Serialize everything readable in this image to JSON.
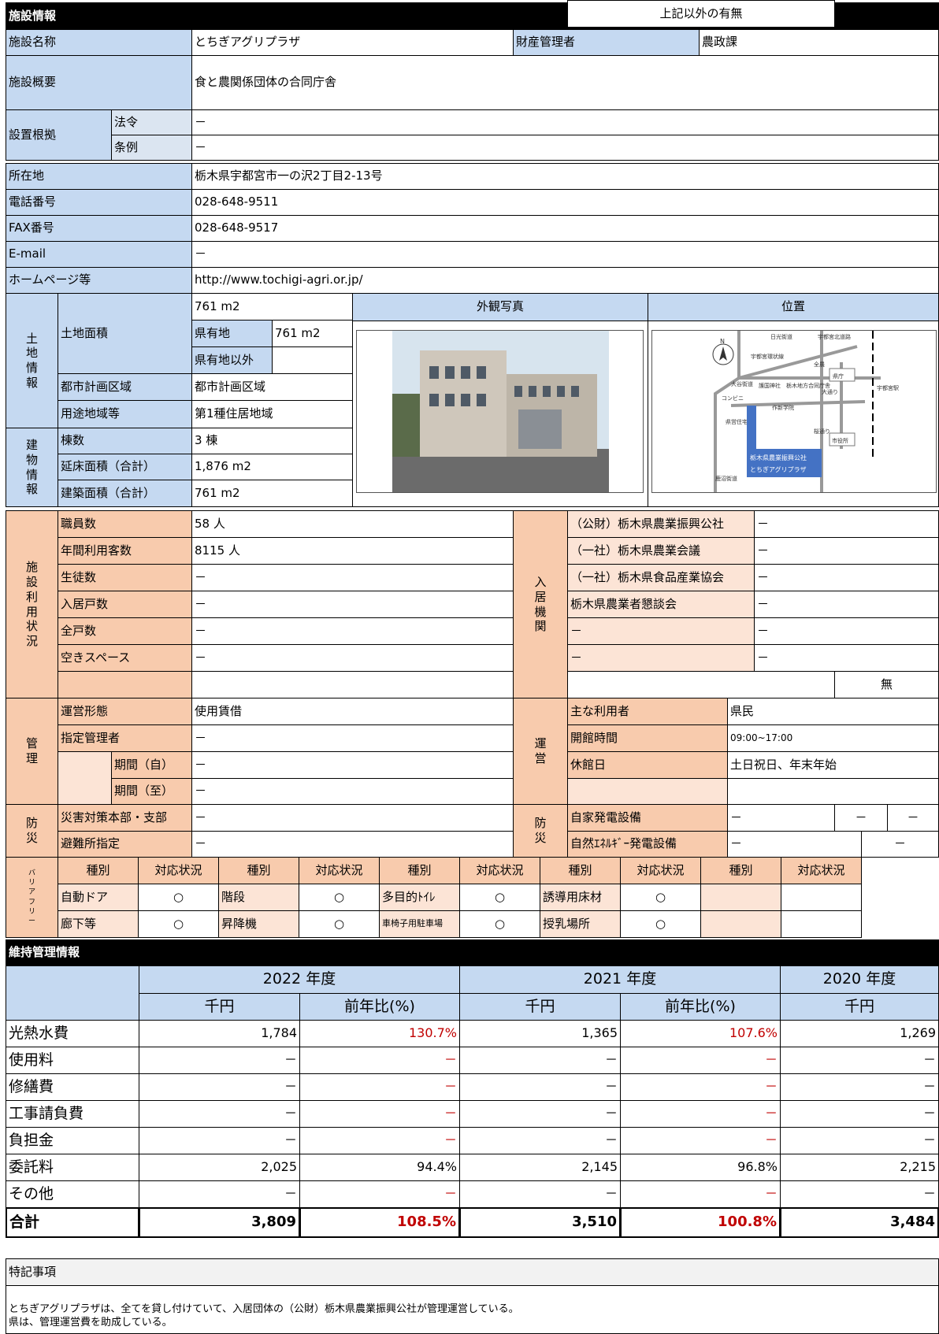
{
  "facility_info": {
    "section_title": "施設情報",
    "name_label": "施設名称",
    "name_value": "とちぎアグリプラザ",
    "manager_label": "財産管理者",
    "manager_value": "農政課",
    "overview_label": "施設概要",
    "overview_value": "食と農関係団体の合同庁舎",
    "basis_label": "設置根拠",
    "law_label": "法令",
    "law_value": "－",
    "ordinance_label": "条例",
    "ordinance_value": "－",
    "address_label": "所在地",
    "address_value": "栃木県宇都宮市一の沢2丁目2-13号",
    "tel_label": "電話番号",
    "tel_value": "028-648-9511",
    "fax_label": "FAX番号",
    "fax_value": "028-648-9517",
    "email_label": "E-mail",
    "email_value": "－",
    "homepage_label": "ホームページ等",
    "homepage_value": "http://www.tochigi-agri.or.jp/"
  },
  "land": {
    "group_label": [
      "土",
      "地",
      "情",
      "報"
    ],
    "area_label": "土地面積",
    "area_value": "761 m2",
    "pref_label": "県有地",
    "pref_value": "761 m2",
    "nonpref_label": "県有地以外",
    "nonpref_value": "",
    "city_plan_label": "都市計画区域",
    "city_plan_value": "都市計画区域",
    "zone_label": "用途地域等",
    "zone_value": "第1種住居地域"
  },
  "building": {
    "group_label": [
      "建",
      "物",
      "情",
      "報"
    ],
    "count_label": "棟数",
    "count_value": "3 棟",
    "floor_label": "延床面積（合計）",
    "floor_value": "1,876 m2",
    "build_label": "建築面積（合計）",
    "build_value": "761 m2"
  },
  "photo": {
    "label": "外観写真"
  },
  "location": {
    "label": "位置",
    "map_labels": {
      "north": "N",
      "road1": "日光街道",
      "road2": "宇都宮北道路",
      "road3": "宇都宮環状線",
      "road4": "大谷街道",
      "road5": "大通り",
      "road6": "桜通り",
      "road7": "鹿沼街道",
      "road8": "宇都宮駅",
      "pref_office": "県庁",
      "shrine": "護国神社",
      "court": "栃木地方合同庁舎",
      "city_hall": "市役所",
      "school": "作新学院",
      "convenience": "コンビニ",
      "housing": "県営住宅",
      "zen": "全農",
      "callout1": "栃木県農業振興公社",
      "callout2": "とちぎアグリプラザ"
    }
  },
  "usage": {
    "group_label": [
      "施",
      "設",
      "利",
      "用",
      "状",
      "況"
    ],
    "rows": [
      {
        "label": "職員数",
        "value": "58 人"
      },
      {
        "label": "年間利用客数",
        "value": "8115 人"
      },
      {
        "label": "生徒数",
        "value": "－"
      },
      {
        "label": "入居戸数",
        "value": "－"
      },
      {
        "label": "全戸数",
        "value": "－"
      },
      {
        "label": "空きスペース",
        "value": "－"
      }
    ]
  },
  "tenants": {
    "group_label": [
      "入",
      "居",
      "機",
      "関"
    ],
    "rows": [
      {
        "name": "（公財）栃木県農業振興公社",
        "value": "－"
      },
      {
        "name": "（一社）栃木県農業会議",
        "value": "－"
      },
      {
        "name": "（一社）栃木県食品産業協会",
        "value": "－"
      },
      {
        "name": "栃木県農業者懇談会",
        "value": "－"
      },
      {
        "name": "－",
        "value": "－"
      },
      {
        "name": "－",
        "value": "－"
      }
    ],
    "other_label": "上記以外の有無",
    "other_value": "無"
  },
  "management": {
    "group_label": [
      "管",
      "理"
    ],
    "type_label": "運営形態",
    "type_value": "使用賃借",
    "designated_label": "指定管理者",
    "designated_value": "－",
    "period_from_label": "期間（自）",
    "period_from_value": "－",
    "period_to_label": "期間（至）",
    "period_to_value": "－"
  },
  "operation": {
    "group_label": [
      "運",
      "営"
    ],
    "users_label": "主な利用者",
    "users_value": "県民",
    "hours_label": "開館時間",
    "hours_value": "09:00~17:00",
    "closed_label": "休館日",
    "closed_value": "土日祝日、年末年始"
  },
  "disaster": {
    "group_label": [
      "防",
      "災"
    ],
    "hq_label": "災害対策本部・支部",
    "hq_value": "－",
    "shelter_label": "避難所指定",
    "shelter_value": "－",
    "generator_label": "自家発電設備",
    "generator_value": "－",
    "generator_v2": "－",
    "generator_v3": "－",
    "renewable_label": "自然ｴﾈﾙｷﾞｰ発電設備",
    "renewable_value": "－",
    "renewable_v2": "－"
  },
  "barrier_free": {
    "group_label": [
      "バ",
      "リ",
      "ア",
      "フ",
      "リ",
      "ー"
    ],
    "type_header": "種別",
    "status_header": "対応状況",
    "rows": [
      [
        {
          "type": "自動ドア",
          "status": "○"
        },
        {
          "type": "階段",
          "status": "○"
        },
        {
          "type": "多目的ﾄｲﾚ",
          "status": "○"
        },
        {
          "type": "誘導用床材",
          "status": "○"
        },
        {
          "type": "",
          "status": ""
        }
      ],
      [
        {
          "type": "廊下等",
          "status": "○"
        },
        {
          "type": "昇降機",
          "status": "○"
        },
        {
          "type": "車椅子用駐車場",
          "status": "○"
        },
        {
          "type": "授乳場所",
          "status": "○"
        },
        {
          "type": "",
          "status": ""
        }
      ]
    ]
  },
  "maintenance": {
    "section_title": "維持管理情報",
    "years": [
      "2022 年度",
      "2021 年度",
      "2020 年度"
    ],
    "unit": "千円",
    "ratio": "前年比(%)",
    "rows": [
      {
        "label": "光熱水費",
        "v2022": "1,784",
        "r2022": "130.7%",
        "v2021": "1,365",
        "r2021": "107.6%",
        "v2020": "1,269"
      },
      {
        "label": "使用料",
        "v2022": "－",
        "r2022": "－",
        "v2021": "－",
        "r2021": "－",
        "v2020": "－"
      },
      {
        "label": "修繕費",
        "v2022": "－",
        "r2022": "－",
        "v2021": "－",
        "r2021": "－",
        "v2020": "－"
      },
      {
        "label": "工事請負費",
        "v2022": "－",
        "r2022": "－",
        "v2021": "－",
        "r2021": "－",
        "v2020": "－"
      },
      {
        "label": "負担金",
        "v2022": "－",
        "r2022": "－",
        "v2021": "－",
        "r2021": "－",
        "v2020": "－"
      },
      {
        "label": "委託料",
        "v2022": "2,025",
        "r2022": "94.4%",
        "v2021": "2,145",
        "r2021": "96.8%",
        "v2020": "2,215"
      },
      {
        "label": "その他",
        "v2022": "－",
        "r2022": "－",
        "v2021": "－",
        "r2021": "－",
        "v2020": "－"
      }
    ],
    "total": {
      "label": "合計",
      "v2022": "3,809",
      "r2022": "108.5%",
      "v2021": "3,510",
      "r2021": "100.8%",
      "v2020": "3,484"
    }
  },
  "notes": {
    "label": "特記事項",
    "line1": "とちぎアグリプラザは、全てを貸し付けていて、入居団体の（公財）栃木県農業振興公社が管理運営している。",
    "line2": "県は、管理運営費を助成している。"
  }
}
